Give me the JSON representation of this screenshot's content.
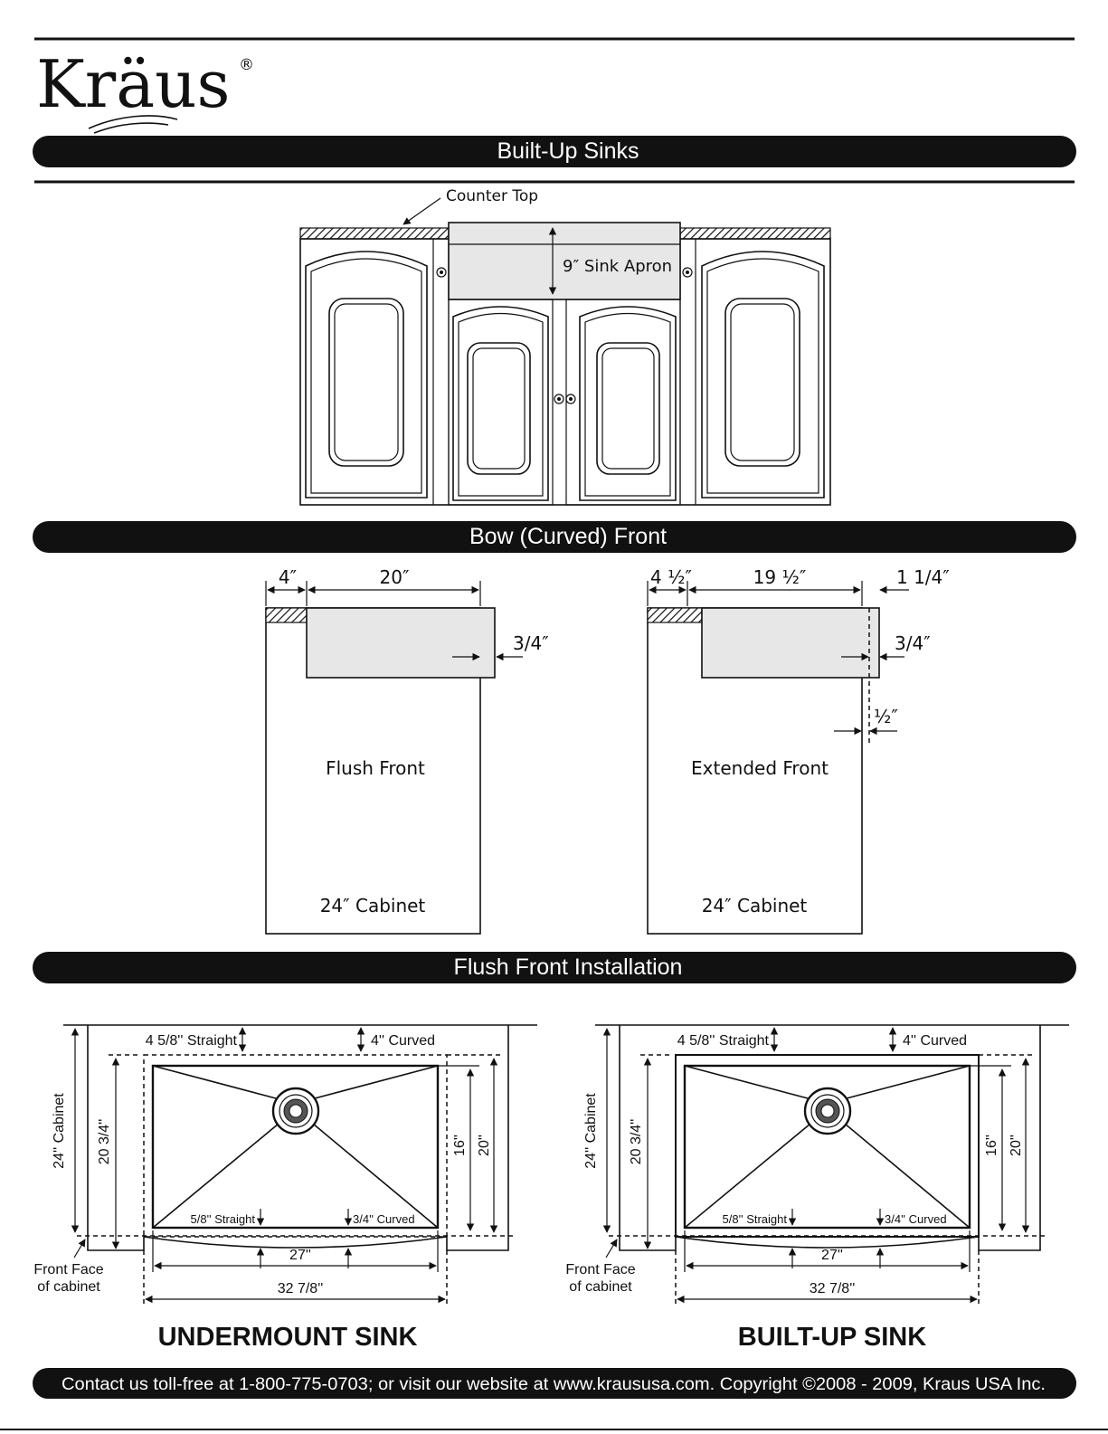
{
  "brand": {
    "logo_text": "Kräus"
  },
  "sections": {
    "built_up": "Built-Up Sinks",
    "bow_front": "Bow (Curved) Front",
    "flush_install": "Flush Front Installation"
  },
  "cabinet_elevation": {
    "counter_top_label": "Counter Top",
    "apron_label": "9″ Sink Apron"
  },
  "bow_front": {
    "flush": {
      "left_dim": "4″",
      "width_dim": "20″",
      "overhang_dim": "3/4″",
      "name": "Flush Front",
      "cabinet": "24″ Cabinet"
    },
    "extended": {
      "left_dim": "4 ½″",
      "width_dim": "19 ½″",
      "extend_dim": "1 1/4″",
      "overhang_dim": "3/4″",
      "half_dim": "½″",
      "name": "Extended Front",
      "cabinet": "24″ Cabinet"
    }
  },
  "install": {
    "undermount": {
      "title": "UNDERMOUNT SINK",
      "straight_top": "4 5/8'' Straight",
      "curved_top": "4'' Curved",
      "straight_bottom": "5/8'' Straight",
      "curved_bottom": "3/4'' Curved",
      "cabinet_depth": "24'' Cabinet",
      "depth_outer": "20 3/4''",
      "depth_16": "16''",
      "depth_20": "20''",
      "inner_width": "27''",
      "outer_width": "32 7/8''",
      "front_face": "Front Face",
      "of_cabinet": "of cabinet"
    },
    "built_up": {
      "title": "BUILT-UP SINK",
      "straight_top": "4 5/8'' Straight",
      "curved_top": "4'' Curved",
      "straight_bottom": "5/8'' Straight",
      "curved_bottom": "3/4'' Curved",
      "cabinet_depth": "24'' Cabinet",
      "depth_outer": "20 3/4''",
      "depth_16": "16''",
      "depth_20": "20''",
      "inner_width": "27''",
      "outer_width": "32 7/8''",
      "front_face": "Front Face",
      "of_cabinet": "of cabinet"
    }
  },
  "footer": {
    "contact": "Contact us toll-free at 1-800-775-0703; or visit our website at www.kraususa.com. Copyright ©2008 - 2009, Kraus USA Inc."
  }
}
